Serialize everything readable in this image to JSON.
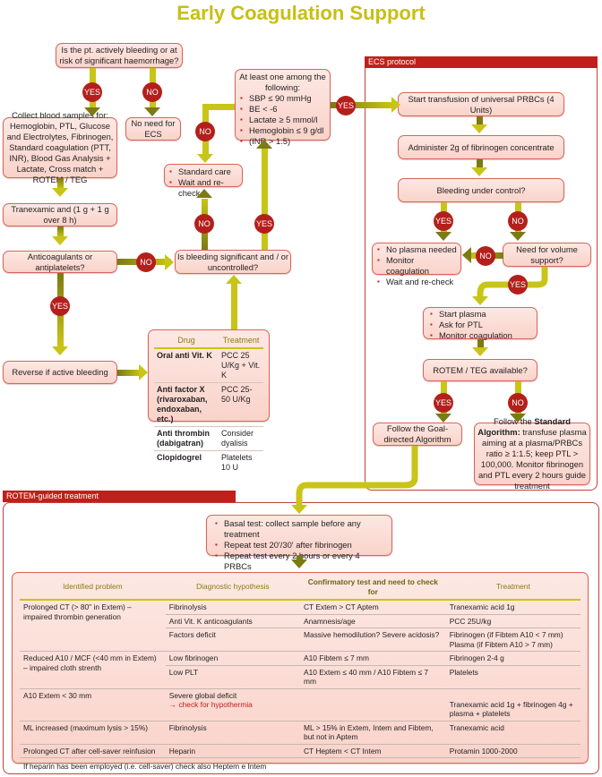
{
  "title": "Early Coagulation Support",
  "colors": {
    "title": "#c8bf12",
    "badge": "#b3201c",
    "box_border": "#d9645a",
    "box_fill": "#fbdcd4",
    "header": "#c0201a",
    "arrow_dark": "#7c7a12",
    "arrow_light": "#c9c418"
  },
  "labels": {
    "yes": "YES",
    "no": "NO"
  },
  "nodes": {
    "q_bleeding": "Is the pt. actively bleeding or at risk of significant haemorrhage?",
    "no_ecs": "No need for ECS",
    "collect_samples": "Collect blood samples for: Hemoglobin, PTL, Glucose and Electrolytes, Fibrinogen, Standard coagulation (PTT, INR), Blood Gas Analysis + Lactate, Cross match + ROTEM / TEG",
    "tranexamic": "Tranexamic and (1 g + 1 g over 8 h)",
    "q_anticoag": "Anticoagulants or antiplatelets?",
    "reverse": "Reverse if active bleeding",
    "q_significant": "Is bleeding significant and / or uncontrolled?",
    "standard_care": [
      "Standard care",
      "Wait and re-check"
    ],
    "criteria_title": "At least one among the following:",
    "criteria": [
      "SBP ≤ 90 mmHg",
      "BE < -6",
      "Lactate ≥ 5 mmol/l",
      "Hemoglobin ≤ 9 g/dl",
      "(INR > 1.5)"
    ]
  },
  "drug_table": {
    "headers": [
      "Drug",
      "Treatment"
    ],
    "rows": [
      {
        "drug": "Oral anti Vit. K",
        "treatment": "PCC 25 U/Kg + Vit. K"
      },
      {
        "drug": "Anti factor X (rivaroxaban, endoxaban, etc.)",
        "treatment": "PCC 25-50 U/Kg"
      },
      {
        "drug": "Anti thrombin (dabigatran)",
        "treatment": "Consider dyalisis"
      },
      {
        "drug": "Clopidogrel",
        "treatment": "Platelets 10 U"
      }
    ]
  },
  "ecs": {
    "header": "ECS protocol",
    "start_transfusion": "Start transfusion of universal PRBCs (4 Units)",
    "fibrinogen": "Administer 2g of fibrinogen concentrate",
    "q_control": "Bleeding under control?",
    "no_plasma": [
      "No plasma needed",
      "Monitor coagulation",
      "Wait and re-check"
    ],
    "q_volume": "Need for volume support?",
    "start_plasma": [
      "Start plasma",
      "Ask for PTL",
      "Monitor coagulation"
    ],
    "q_rotem": "ROTEM / TEG available?",
    "goal_directed": "Follow the Goal-directed Algorithm",
    "standard_prefix": "Follow the ",
    "standard_bold": "Standard Algorithm:",
    "standard_rest": " transfuse plasma aiming at a plasma/PRBCs ratio ≥ 1:1.5; keep PTL > 100,000. Monitor fibrinogen and PTL every 2 hours guide treatment"
  },
  "rotem": {
    "header": "ROTEM-guided treatment",
    "tests": [
      "Basal test: collect sample before any treatment",
      "Repeat test 20'/30' after fibrinogen",
      "Repeat test every 2 hours or every 4 PRBCs"
    ],
    "headers": [
      "Identified problem",
      "Diagnostic hypothesis",
      "Confirmatory test and need to check for",
      "Treatment"
    ],
    "rows": [
      {
        "problem": "Prolonged CT (> 80\" in Extem) – impaired thrombin generation",
        "hypothesis": "Fibrinolysis",
        "test": "CT Extem > CT Aptem",
        "treatment": "Tranexamic acid 1g"
      },
      {
        "problem": "",
        "hypothesis": "Anti Vit. K anticoagulants",
        "test": "Anamnesis/age",
        "treatment": "PCC 25U/kg"
      },
      {
        "problem": "",
        "hypothesis": "Factors deficit",
        "test": "Massive hemodilution? Severe acidosis?",
        "treatment": "Fibrinogen (if Fibtem A10 < 7 mm) Plasma (if Fibtem A10 > 7 mm)"
      },
      {
        "problem": "Reduced A10 / MCF (<40 mm in Extem) – impaired cloth strenth",
        "hypothesis": "Low fibrinogen",
        "test": "A10 Fibtem ≤ 7 mm",
        "treatment": "Fibrinogen 2-4 g"
      },
      {
        "problem": "",
        "hypothesis": "Low PLT",
        "test": "A10 Extem ≤ 40 mm / A10 Fibtem ≤ 7 mm",
        "treatment": "Platelets"
      },
      {
        "problem": "A10 Extem < 30 mm",
        "hypothesis": "Severe global deficit",
        "hypothesis_note": "→ check for hypothermia",
        "test": "",
        "treatment": "Tranexamic acid 1g + fibrinogen 4g + plasma + platelets"
      },
      {
        "problem": "ML increased (maximum lysis > 15%)",
        "hypothesis": "Fibrinolysis",
        "test": "ML > 15% in Extem, Intem and Fibtem, but not in Aptem",
        "treatment": "Tranexamic acid"
      },
      {
        "problem": "Prolonged CT after cell-saver reinfusion",
        "hypothesis": "Heparin",
        "test": "CT Heptem < CT Intem",
        "treatment": "Protamin 1000-2000"
      }
    ],
    "footnote": "If heparin has been employed (i.e. cell-saver) check also Heptem e Intem"
  }
}
